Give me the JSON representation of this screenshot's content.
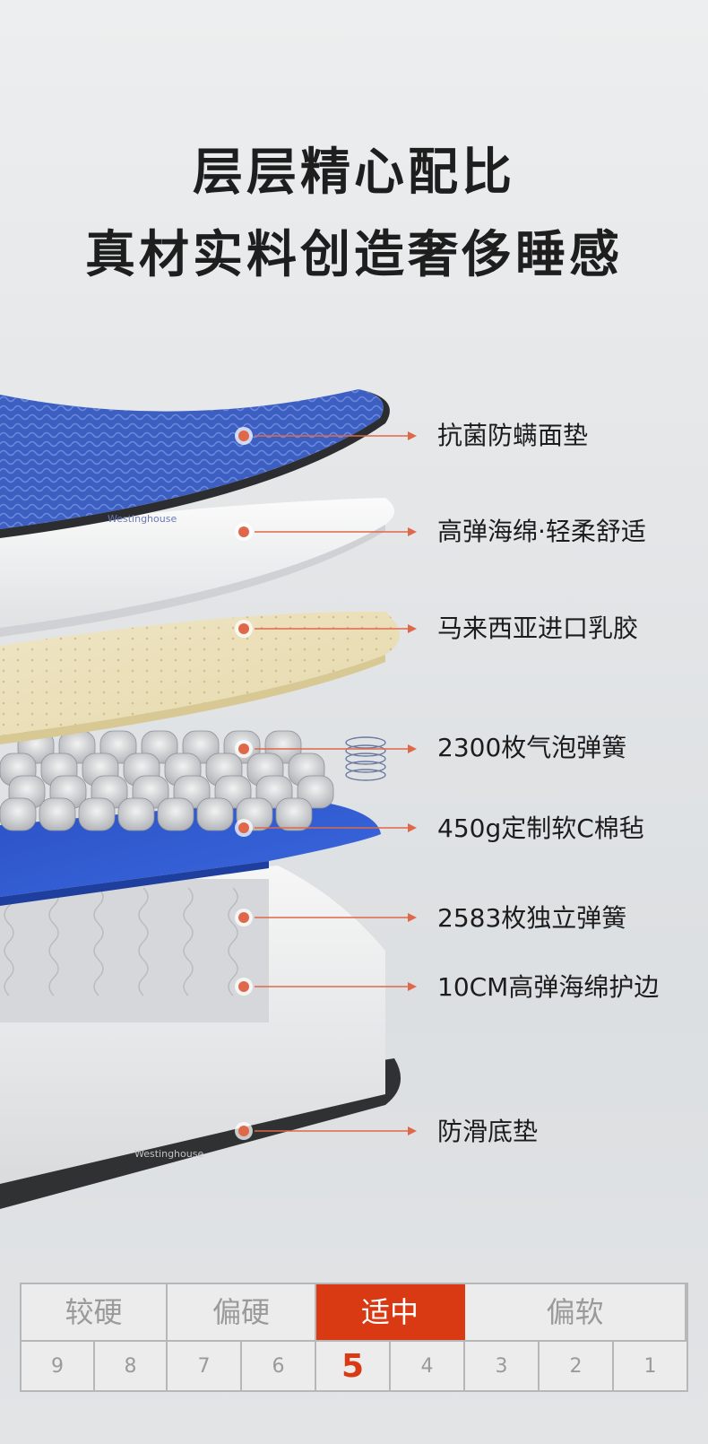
{
  "headline": {
    "line1": "层层精心配比",
    "line2": "真材实料创造奢侈睡感"
  },
  "layers": [
    {
      "label": "抗菌防螨面垫"
    },
    {
      "label": "高弹海绵·轻柔舒适"
    },
    {
      "label": "马来西亚进口乳胶"
    },
    {
      "label": "2300枚气泡弹簧"
    },
    {
      "label": "450g定制软C棉毡"
    },
    {
      "label": "2583枚独立弹簧"
    },
    {
      "label": "10CM高弹海绵护边"
    },
    {
      "label": "防滑底垫"
    }
  ],
  "watermark": "Westinghouse",
  "firmness": {
    "groups": [
      "较硬",
      "偏硬",
      "适中",
      "偏软"
    ],
    "active_group": "适中",
    "levels": [
      "9",
      "8",
      "7",
      "6",
      "5",
      "4",
      "3",
      "2",
      "1"
    ],
    "active_level": "5"
  },
  "colors": {
    "accent": "#d93a14",
    "marker": "#e0684a",
    "cover_blue": "#3d5fc2",
    "felt_blue": "#2f5cd6",
    "latex": "#efe3bd"
  }
}
